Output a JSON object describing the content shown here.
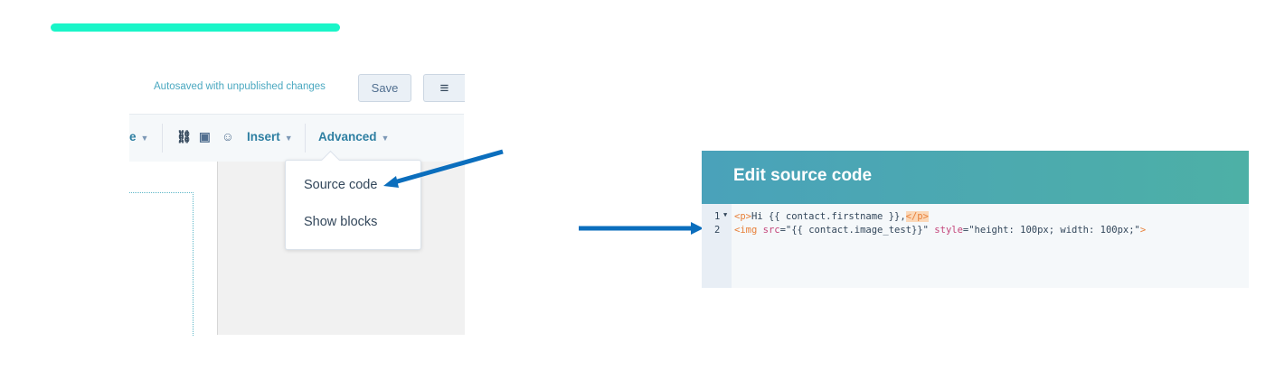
{
  "progress": {
    "percent": 100,
    "color": "#19f5c8"
  },
  "editor": {
    "autosave_status": "Autosaved with unpublished changes",
    "save_label": "Save",
    "menu_icon": "hamburger-icon",
    "toolbar": {
      "style_partial": "e",
      "insert_label": "Insert",
      "advanced_label": "Advanced",
      "icons": [
        "link-icon",
        "image-icon",
        "emoji-icon"
      ]
    },
    "dropdown": {
      "items": [
        {
          "label": "Source code"
        },
        {
          "label": "Show blocks"
        }
      ]
    }
  },
  "modal": {
    "title": "Edit source code",
    "lines": [
      {
        "number": "1",
        "open_tag": "<p>",
        "text": "Hi {{ contact.firstname }},",
        "close_tag": "</p>"
      },
      {
        "number": "2",
        "tag_start": "<img",
        "attr1": "src",
        "val1": "=\"{{ contact.image_test}}\"",
        "attr2": "style",
        "val2": "=\"height: 100px; width: 100px;\"",
        "tag_end": ">"
      }
    ]
  },
  "colors": {
    "arrow": "#0b6ebd",
    "accent": "#2e7fa2"
  }
}
